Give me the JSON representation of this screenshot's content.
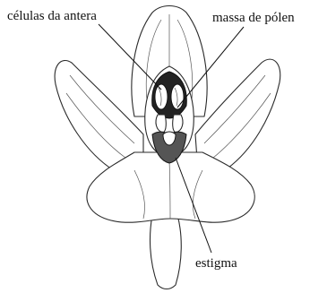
{
  "labels": {
    "anther_cells": "células da antera",
    "pollen_mass": "massa de pólen",
    "stigma": "estigma"
  },
  "colors": {
    "ink": "#2a2a2a",
    "dark_fill": "#222222",
    "stigma_fill": "#555555"
  }
}
